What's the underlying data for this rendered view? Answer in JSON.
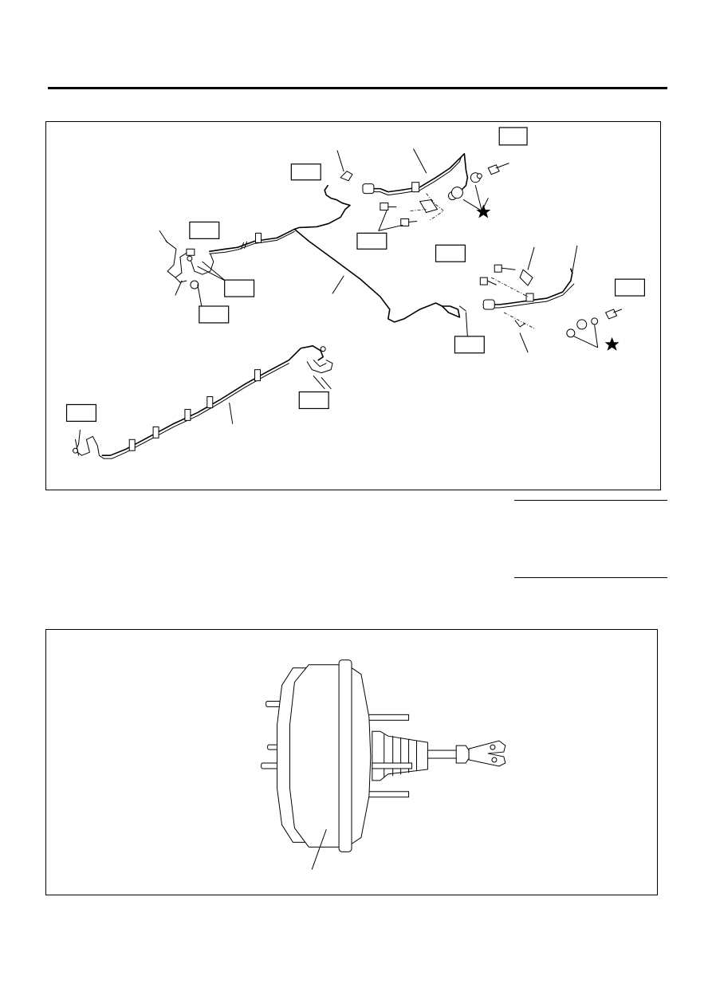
{
  "page": {
    "header_rule": true,
    "note_block": {
      "visible_text": ""
    }
  },
  "figures": [
    {
      "id": "brake-line-routing",
      "callout_boxes": 9,
      "stars": 2,
      "icons": [
        "star-icon"
      ]
    },
    {
      "id": "brake-booster",
      "callout_boxes": 0
    }
  ]
}
